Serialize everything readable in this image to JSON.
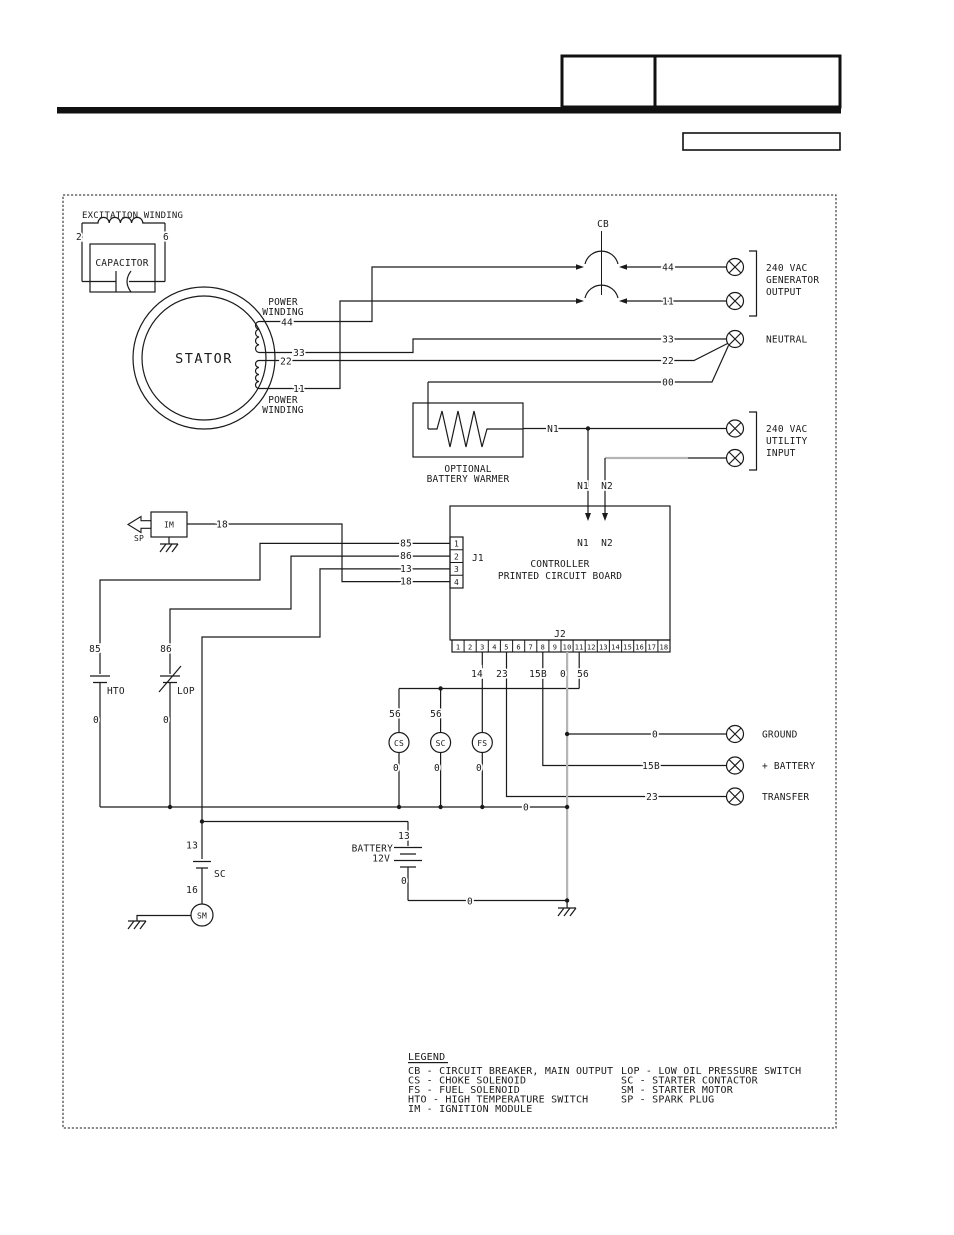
{
  "labels": {
    "excitation_winding": "EXCITATION WINDING",
    "term2": "2",
    "term6": "6",
    "capacitor": "CAPACITOR",
    "stator": "STATOR",
    "power": "POWER",
    "winding": "WINDING",
    "cb": "CB",
    "optional": "OPTIONAL",
    "battery_warmer": "BATTERY WARMER",
    "controller_line1": "CONTROLLER",
    "controller_line2": "PRINTED CIRCUIT BOARD",
    "j1": "J1",
    "j2": "J2",
    "im": "IM",
    "sp": "SP",
    "hto": "HTO",
    "lop": "LOP",
    "cs": "CS",
    "sc": "SC",
    "fs": "FS",
    "sm": "SM",
    "battery": "BATTERY",
    "battery_voltage": "12V",
    "n1": "N1",
    "n2": "N2"
  },
  "wires": {
    "w44": "44",
    "w33": "33",
    "w22": "22",
    "w11": "11",
    "w00": "00",
    "w85": "85",
    "w86": "86",
    "w13": "13",
    "w18": "18",
    "w16": "16",
    "w14": "14",
    "w23": "23",
    "w15b": "15B",
    "w56": "56",
    "w0": "0"
  },
  "terminals": {
    "gen_output": [
      "240 VAC",
      "GENERATOR",
      "OUTPUT"
    ],
    "neutral": "NEUTRAL",
    "utility_input": [
      "240 VAC",
      "UTILITY",
      "INPUT"
    ],
    "ground": "GROUND",
    "battery_pos": "+ BATTERY",
    "transfer": "TRANSFER"
  },
  "connectors": {
    "j1_pins": [
      "1",
      "2",
      "3",
      "4"
    ],
    "j2_pins": [
      "1",
      "2",
      "3",
      "4",
      "5",
      "6",
      "7",
      "8",
      "9",
      "10",
      "11",
      "12",
      "13",
      "14",
      "15",
      "16",
      "17",
      "18"
    ]
  },
  "legend": {
    "title": "LEGEND",
    "left": [
      "CB - CIRCUIT BREAKER, MAIN OUTPUT",
      "CS - CHOKE SOLENOID",
      "FS - FUEL SOLENOID",
      "HTO - HIGH TEMPERATURE SWITCH",
      "IM - IGNITION MODULE"
    ],
    "right": [
      "LOP - LOW OIL PRESSURE SWITCH",
      "SC - STARTER CONTACTOR",
      "SM - STARTER MOTOR",
      "SP - SPARK PLUG"
    ]
  }
}
